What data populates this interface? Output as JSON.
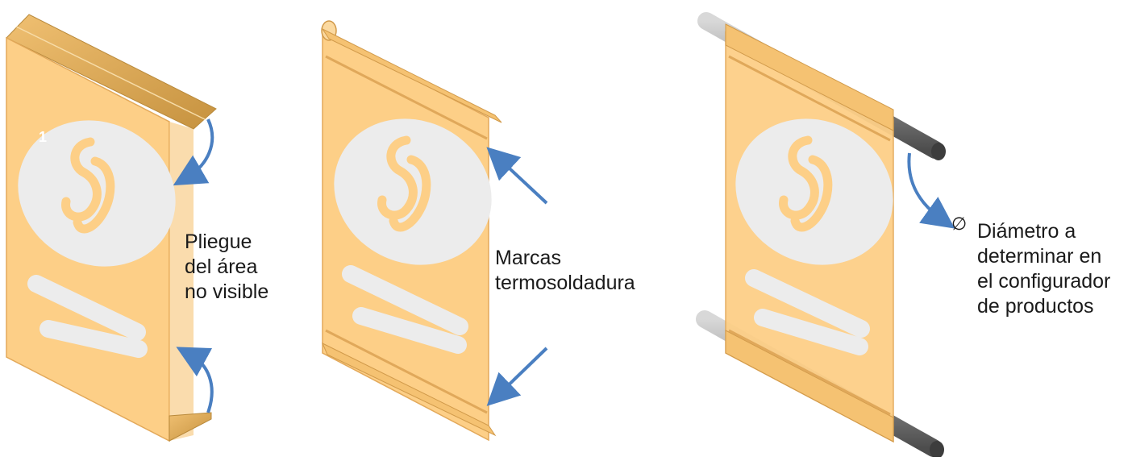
{
  "panels": [
    {
      "id": "fold",
      "number": "1",
      "label_lines": [
        "Pliegue",
        "del área",
        "no visible"
      ]
    },
    {
      "id": "heat-seal",
      "label_lines": [
        "Marcas",
        "termosoldadura"
      ]
    },
    {
      "id": "tube",
      "symbol": "∅",
      "label_lines": [
        "Diámetro a",
        "determinar en",
        "el configurador",
        "de productos"
      ]
    }
  ],
  "colors": {
    "banner_fill": "#fdcf87",
    "banner_edge": "#e3a95a",
    "banner_dark": "#c99542",
    "emblem": "#ececec",
    "arrow": "#4a7fc1",
    "tube": "#8a8a8a"
  }
}
